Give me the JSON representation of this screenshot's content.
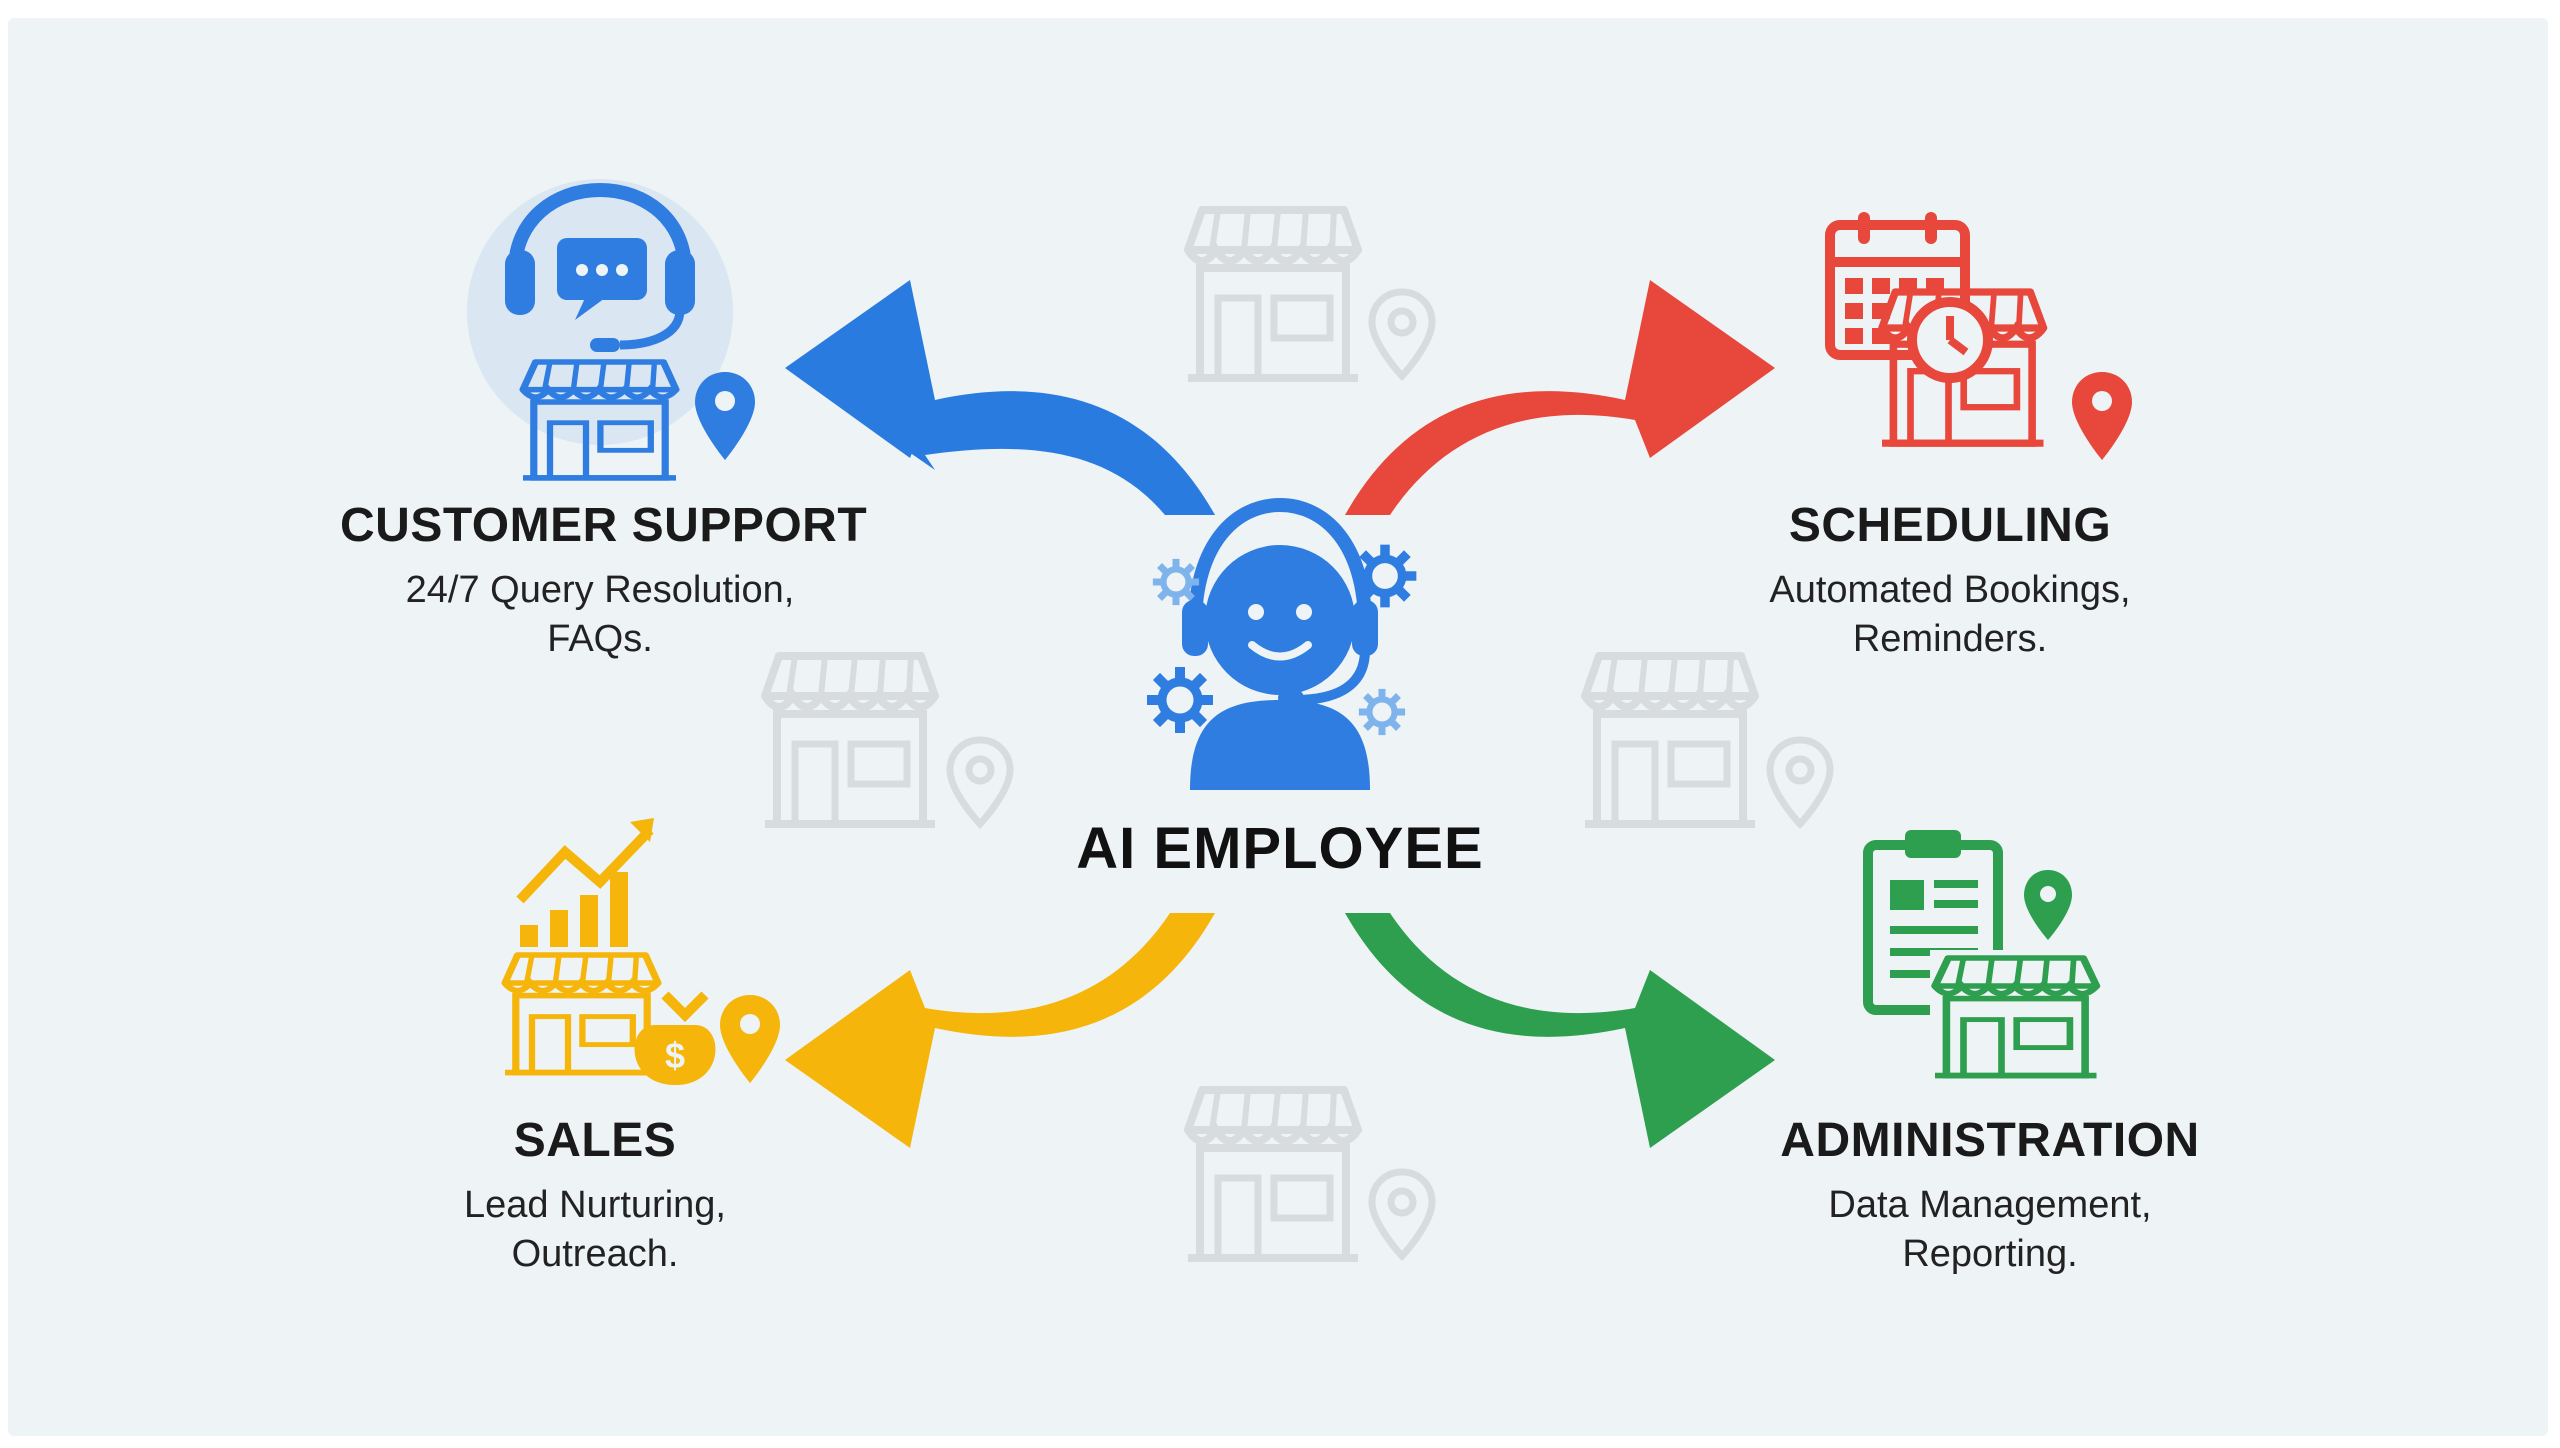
{
  "center": {
    "label": "AI EMPLOYEE",
    "icon": "ai-agent-headset-icon",
    "color": "#2f7de1"
  },
  "roles": {
    "customer_support": {
      "title": "CUSTOMER SUPPORT",
      "desc_line1": "24/7 Query Resolution,",
      "desc_line2": "FAQs.",
      "icon": "headset-chat-store-icon",
      "color": "#2f7de1"
    },
    "scheduling": {
      "title": "SCHEDULING",
      "desc_line1": "Automated Bookings,",
      "desc_line2": "Reminders.",
      "icon": "calendar-clock-store-icon",
      "color": "#e8473b"
    },
    "sales": {
      "title": "SALES",
      "desc_line1": "Lead Nurturing,",
      "desc_line2": "Outreach.",
      "icon": "growth-chart-money-store-icon",
      "color": "#f5b50a"
    },
    "administration": {
      "title": "ADMINISTRATION",
      "desc_line1": "Data Management,",
      "desc_line2": "Reporting.",
      "icon": "clipboard-store-icon",
      "color": "#2e9e4f"
    }
  },
  "background": {
    "color": "#eef3f6",
    "watermark_icon": "store-location-icon"
  }
}
